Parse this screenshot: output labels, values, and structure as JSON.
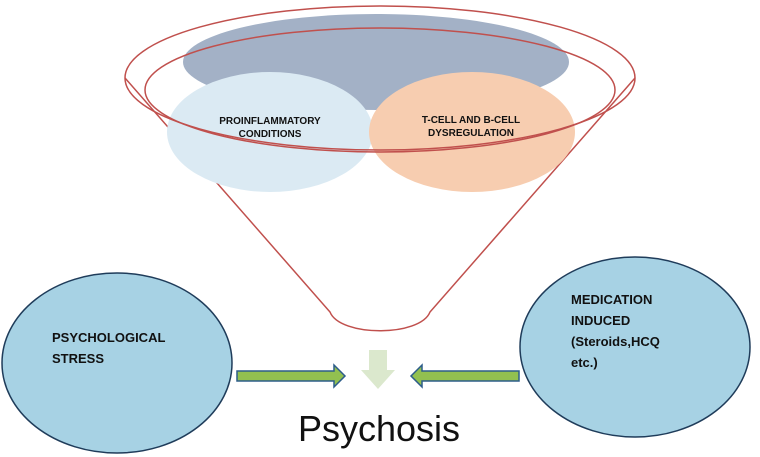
{
  "funnel": {
    "left_circle": {
      "line1": "PROINFLAMMATORY",
      "line2": "CONDITIONS"
    },
    "right_circle": {
      "line1": "T-CELL AND B-CELL",
      "line2": "DYSREGULATION"
    }
  },
  "left_node": {
    "line1": "PSYCHOLOGICAL",
    "line2": "STRESS"
  },
  "right_node": {
    "line1": "MEDICATION",
    "line2": "INDUCED",
    "line3": "(Steroids,HCQ",
    "line4": "etc.)"
  },
  "result": {
    "label": "Psychosis"
  },
  "colors": {
    "funnel_outline": "#c0504d",
    "top_ellipse": "#a3b1c6",
    "left_circle": "#dbeaf3",
    "right_circle": "#f7cdb0",
    "side_nodes": "#a7d2e4",
    "side_node_stroke": "#1f3c5a",
    "arrow_fill": "#92c050",
    "arrow_stroke": "#2d5d8a",
    "down_arrow": "#dbe8cd"
  }
}
